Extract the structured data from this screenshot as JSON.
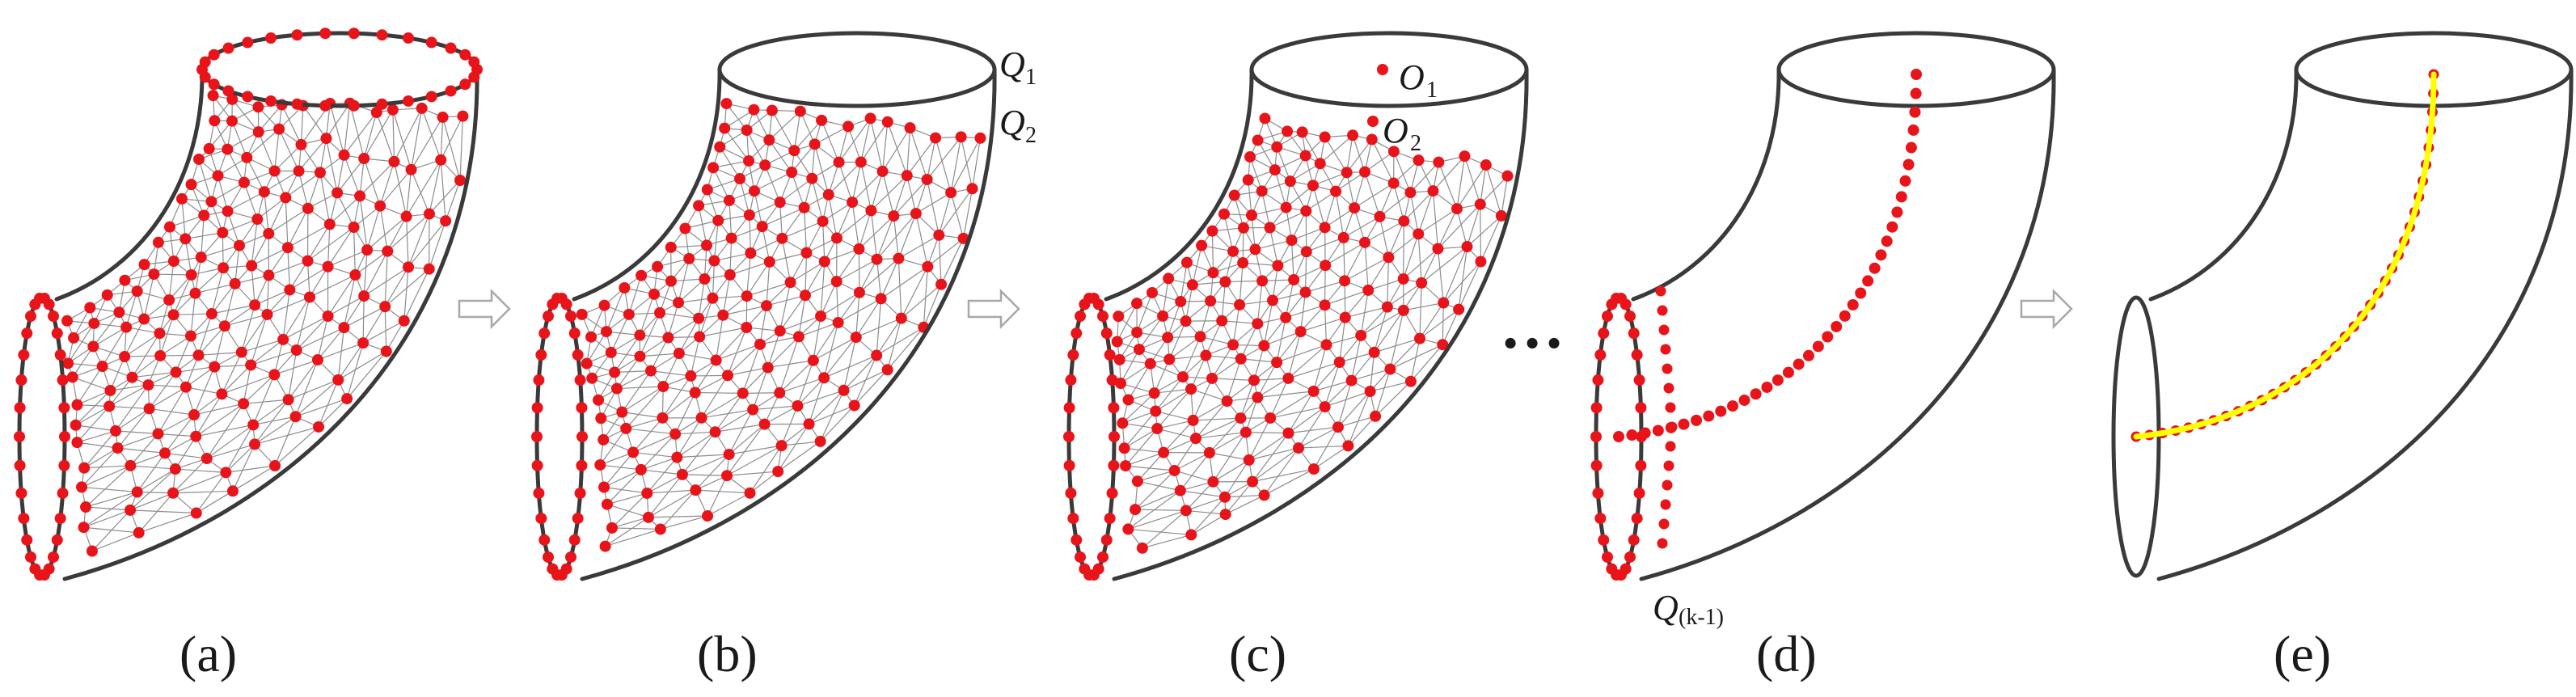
{
  "panels": [
    {
      "label": "(a)"
    },
    {
      "label": "(b)"
    },
    {
      "label": "(c)"
    },
    {
      "label": "(d)"
    },
    {
      "label": "(e)"
    }
  ],
  "annotations": {
    "q1_main": "Q",
    "q1_sub": "1",
    "q2_main": "Q",
    "q2_sub": "2",
    "o1_main": "O",
    "o1_sub": "1",
    "o2_main": "O",
    "o2_sub": "2",
    "qk_main": "Q",
    "qk_sub": "(k-1)"
  },
  "ellipsis": "…",
  "colors": {
    "point": "#e8141a",
    "centerline": "#ffff00",
    "outline": "#3a3a3a",
    "mesh": "#8c8c8c"
  },
  "icons": [
    "right-arrow-icon"
  ]
}
